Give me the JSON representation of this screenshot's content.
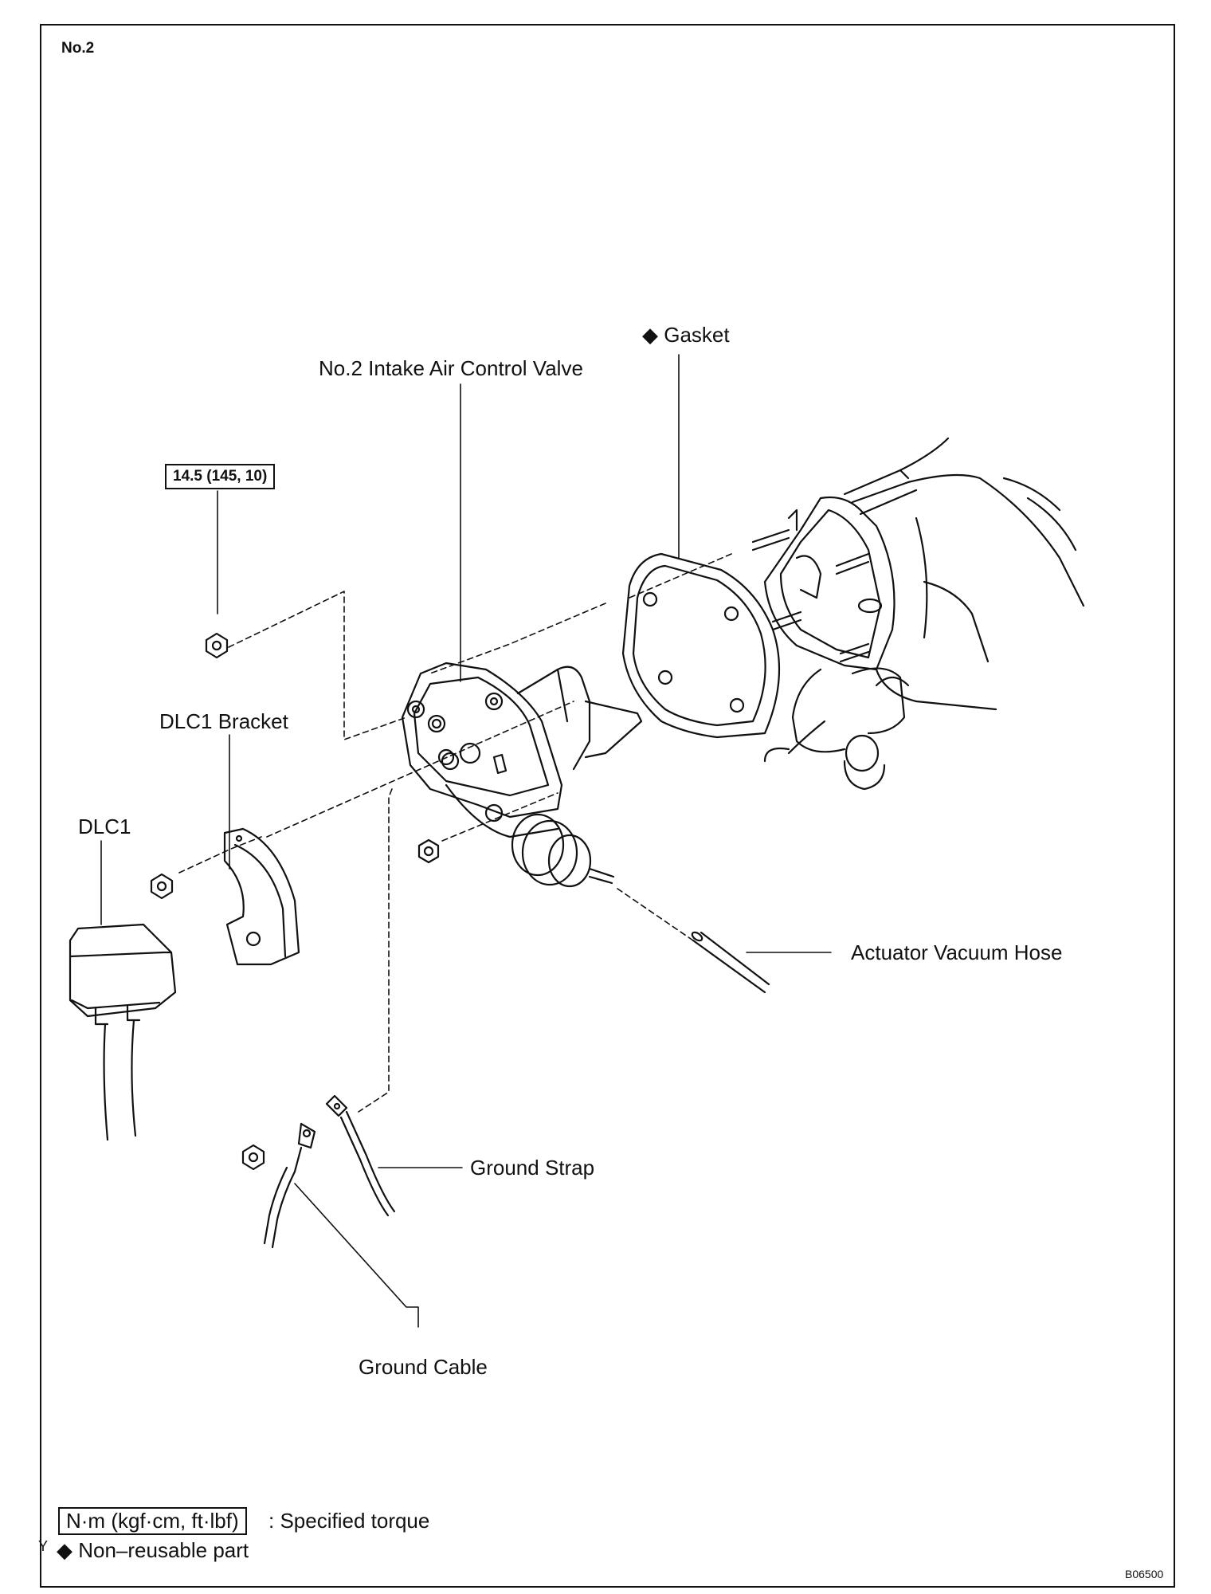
{
  "sheet_label": "No.2",
  "torque_spec": "14.5 (145, 10)",
  "labels": {
    "gasket": "◆ Gasket",
    "valve": "No.2 Intake Air Control Valve",
    "dlc1_bracket": "DLC1 Bracket",
    "dlc1": "DLC1",
    "actuator_hose": "Actuator Vacuum Hose",
    "ground_strap": "Ground Strap",
    "ground_cable": "Ground Cable"
  },
  "legend": {
    "torque_unit": "N·m (kgf·cm, ft·lbf)",
    "torque_text": ": Specified torque",
    "marker": "Y",
    "nonreusable": "◆ Non–reusable part"
  },
  "figure_id": "B06500"
}
